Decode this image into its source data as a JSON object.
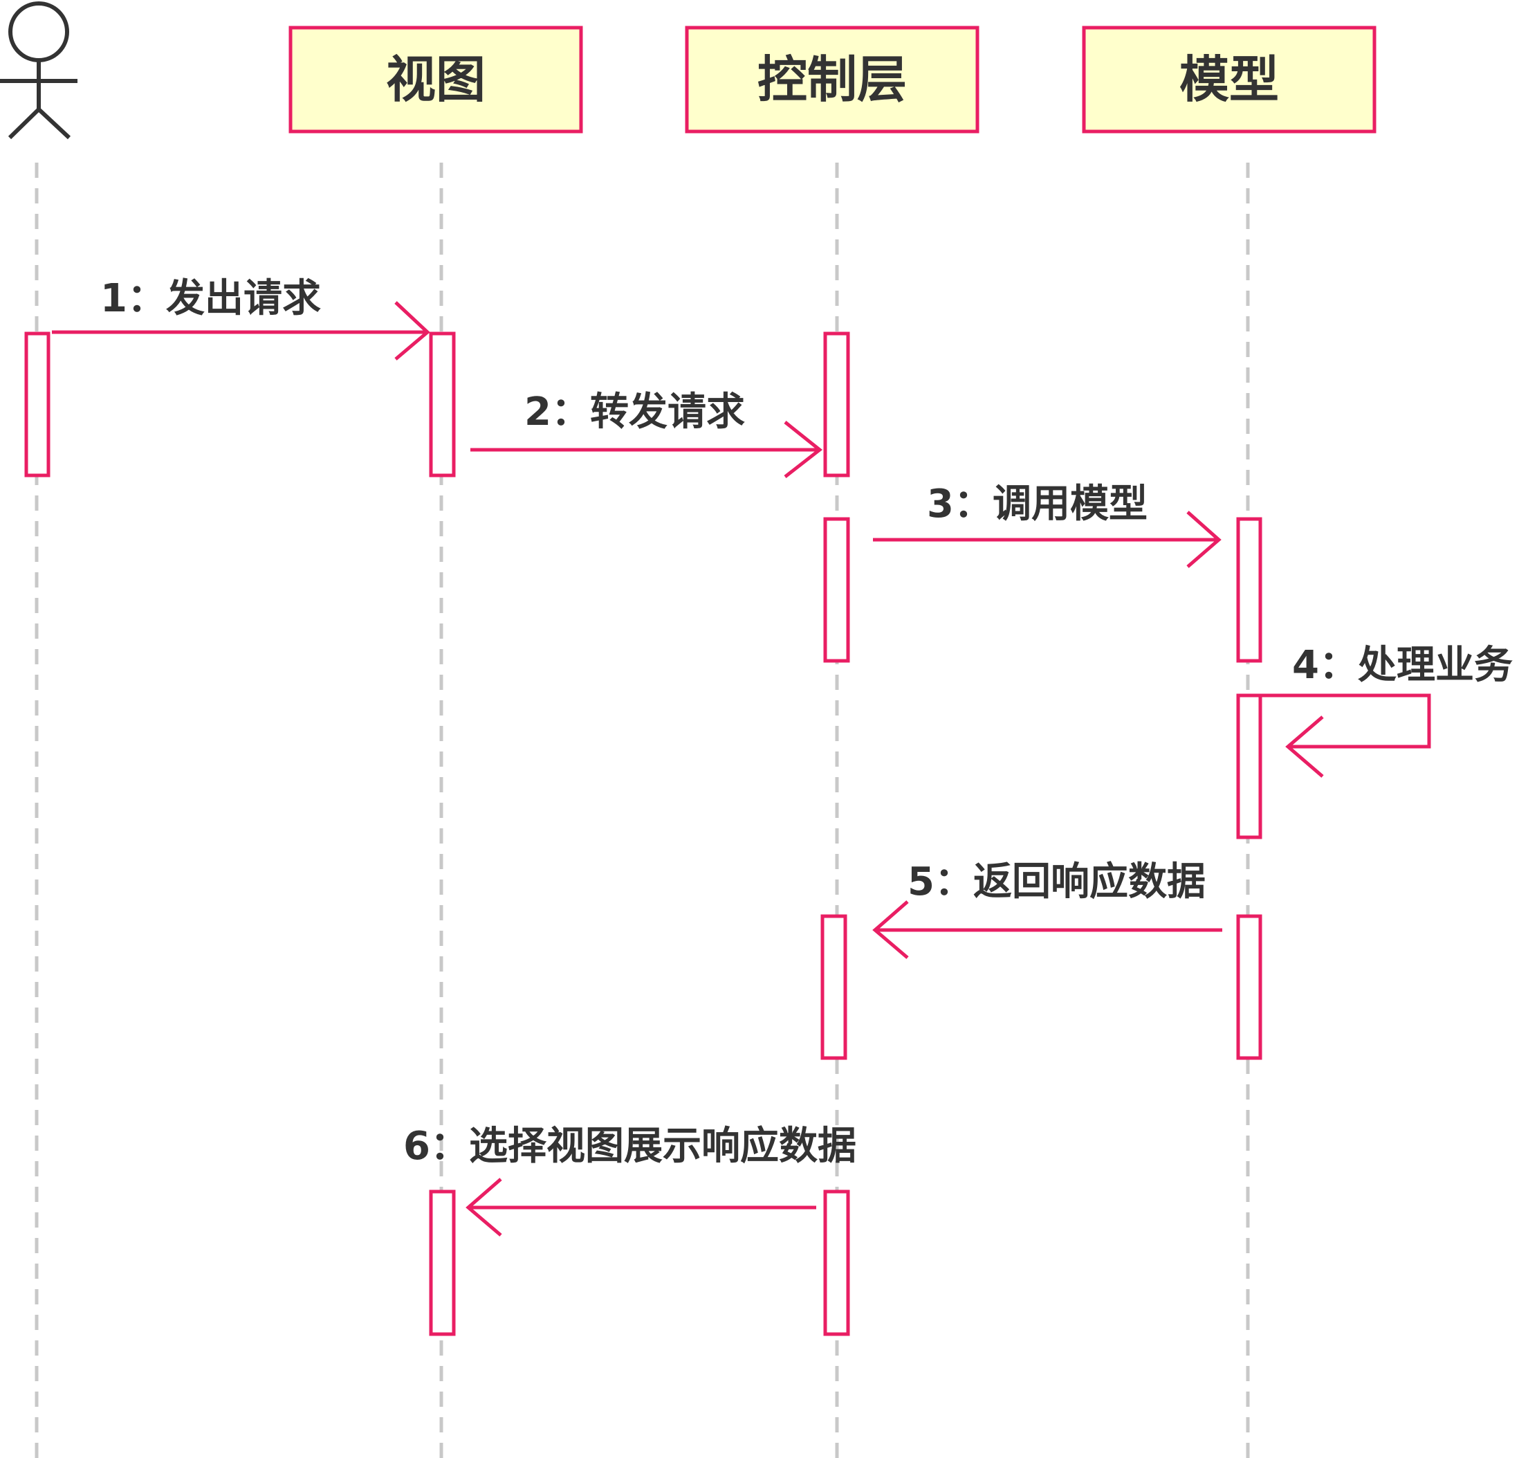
{
  "diagram": {
    "type": "sequence-diagram",
    "actor": {
      "icon": "stick-figure-actor-icon"
    },
    "participants": [
      {
        "id": "view",
        "label": "视图"
      },
      {
        "id": "controller",
        "label": "控制层"
      },
      {
        "id": "model",
        "label": "模型"
      }
    ],
    "messages": [
      {
        "label": "1：发出请求"
      },
      {
        "label": "2：转发请求"
      },
      {
        "label": "3：调用模型"
      },
      {
        "label": "4：处理业务"
      },
      {
        "label": "5：返回响应数据"
      },
      {
        "label": "6：选择视图展示响应数据"
      }
    ],
    "colors": {
      "accent": "#e91e63",
      "box_fill": "#ffffcc",
      "lifeline": "#c8c8c8",
      "text": "#333333"
    }
  }
}
